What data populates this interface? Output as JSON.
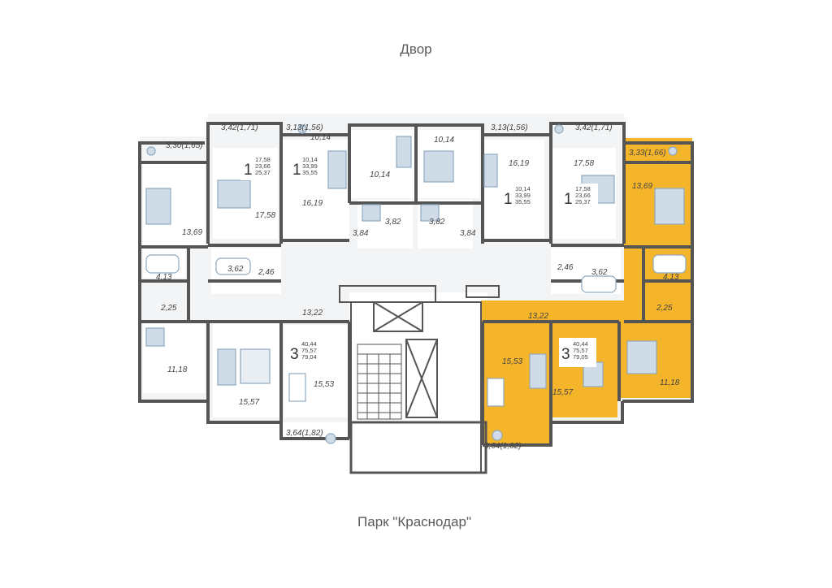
{
  "top_label": "Двор",
  "bottom_label": "Парк \"Краснодар\"",
  "colors": {
    "wall": "#555555",
    "floor": "#f2f4f6",
    "room": "#ffffff",
    "highlight": "#f5b52a",
    "furniture": "#8fa9bf"
  },
  "apartments": [
    {
      "id": "a1",
      "rooms": "1",
      "areas": [
        "17,58",
        "23,66",
        "25,37"
      ]
    },
    {
      "id": "a2",
      "rooms": "1",
      "areas": [
        "10,14",
        "33,99",
        "35,55"
      ]
    },
    {
      "id": "a3",
      "rooms": "1",
      "areas": [
        "10,14",
        "33,99",
        "35,55"
      ]
    },
    {
      "id": "a4",
      "rooms": "1",
      "areas": [
        "17,58",
        "23,66",
        "25,37"
      ]
    },
    {
      "id": "a5",
      "rooms": "3",
      "areas": [
        "40,44",
        "75,57",
        "79,04"
      ]
    },
    {
      "id": "a6",
      "rooms": "3",
      "areas": [
        "40,44",
        "75,57",
        "79,05"
      ]
    }
  ],
  "room_labels": [
    "3,30(1,65)",
    "3,42(1,71)",
    "3,13(1,56)",
    "3,13(1,56)",
    "3,42(1,71)",
    "3,33(1,66)",
    "10,14",
    "10,14",
    "10,14",
    "16,19",
    "16,19",
    "17,58",
    "17,58",
    "13,69",
    "13,69",
    "3,82",
    "3,82",
    "3,84",
    "3,84",
    "3,62",
    "3,62",
    "2,46",
    "2,46",
    "4,13",
    "4,13",
    "2,25",
    "2,25",
    "13,22",
    "13,22",
    "11,18",
    "11,18",
    "15,57",
    "15,57",
    "15,53",
    "15,53",
    "3,64(1,82)",
    "3,64(1,82)"
  ]
}
